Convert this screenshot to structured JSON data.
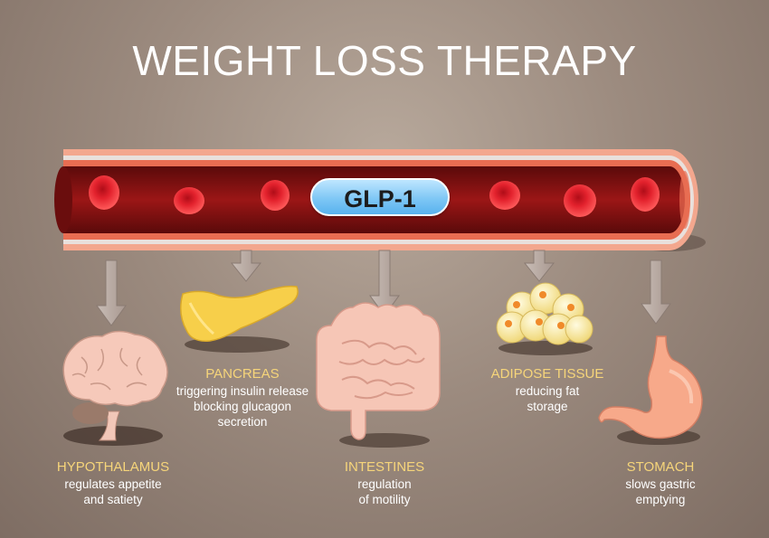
{
  "title": "WEIGHT LOSS THERAPY",
  "badge": "GLP-1",
  "organs": {
    "hypothalamus": {
      "name": "HYPOTHALAMUS",
      "lines": [
        "regulates appetite",
        "and satiety"
      ]
    },
    "pancreas": {
      "name": "PANCREAS",
      "lines": [
        "triggering insulin release",
        "blocking glucagon",
        "secretion"
      ]
    },
    "intestines": {
      "name": "INTESTINES",
      "lines": [
        "regulation",
        "of motility"
      ]
    },
    "adipose": {
      "name": "ADIPOSE TISSUE",
      "lines": [
        "reducing fat",
        "storage"
      ]
    },
    "stomach": {
      "name": "STOMACH",
      "lines": [
        "slows gastric",
        "emptying"
      ]
    }
  },
  "colors": {
    "vessel": "#8a1010",
    "label_heading": "#f6d57a",
    "badge": "#7ec7f5"
  }
}
